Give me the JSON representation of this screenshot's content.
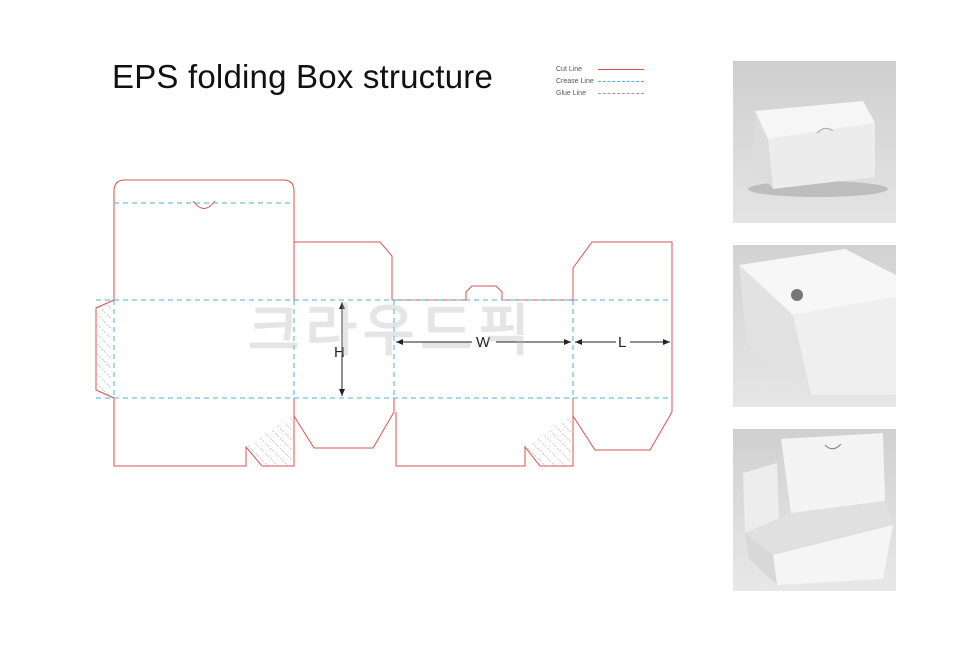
{
  "title": "EPS folding Box structure",
  "legend": [
    {
      "label": "Cut Line",
      "color": "#d9534f",
      "style": "solid"
    },
    {
      "label": "Crease Line",
      "color": "#4ab0d9",
      "style": "dashed"
    },
    {
      "label": "Glue Line",
      "color": "#999999",
      "style": "dashed"
    }
  ],
  "dimensions": {
    "height": "H",
    "width": "W",
    "length": "L"
  },
  "watermark": "크라우드픽",
  "photos": [
    {
      "name": "closed box, front view"
    },
    {
      "name": "closed box, angled view"
    },
    {
      "name": "open box with lid up"
    }
  ]
}
